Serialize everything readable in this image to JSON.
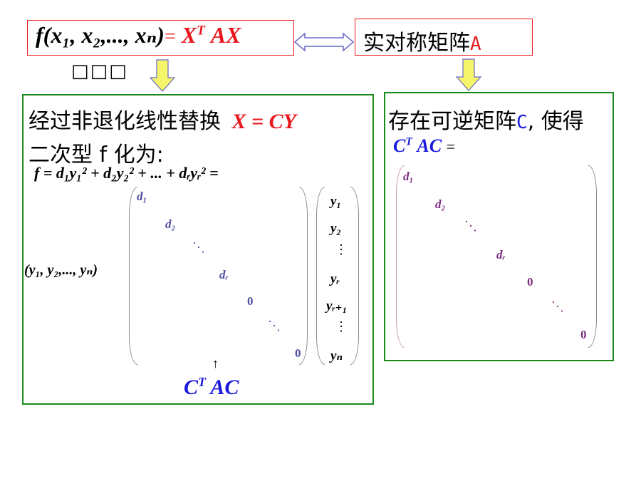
{
  "top": {
    "formula_lhs": "f(x₁, x₂,..., xₙ)",
    "formula_eq": "=",
    "formula_rhs_X": "X",
    "formula_rhs_T": "T",
    "formula_rhs_AX": "AX",
    "garbled_label": "□□□",
    "symmetric_matrix_text": "实对称矩阵",
    "symmetric_matrix_A": "A"
  },
  "left_panel": {
    "line1_text": "经过非退化线性替换",
    "line1_formula": "X = CY",
    "line2_text": "二次型 f 化为:",
    "f_expr": "f = d₁y₁² + d₂y₂² + ... + dᵣyᵣ² =",
    "row_vector": "(y₁, y₂,..., yₙ)",
    "diag": [
      "d₁",
      "d₂",
      "⋱",
      "dᵣ",
      "0",
      "⋱",
      "0"
    ],
    "col_vector": [
      "y₁",
      "y₂",
      "⋮",
      "yᵣ",
      "yᵣ₊₁",
      "⋮",
      "yₙ"
    ],
    "arrow": "↑",
    "ctac_C": "C",
    "ctac_T": "T",
    "ctac_AC": "AC"
  },
  "right_panel": {
    "line1_text_a": "存在可逆矩阵",
    "line1_C": "C",
    "line1_text_b": ", 使得",
    "ctac_C": "C",
    "ctac_T": "T",
    "ctac_AC": "AC",
    "ctac_eq": "=",
    "diag": [
      "d₁",
      "d₂",
      "⋱",
      "dᵣ",
      "0",
      "⋱",
      "0"
    ]
  },
  "colors": {
    "red": "#e8191e",
    "blue": "#1a1adf",
    "green_border": "#1a8a1a",
    "arrow_fill": "#f5f56a",
    "purple": "#7e2b7e",
    "navy": "#4e4ea0"
  }
}
